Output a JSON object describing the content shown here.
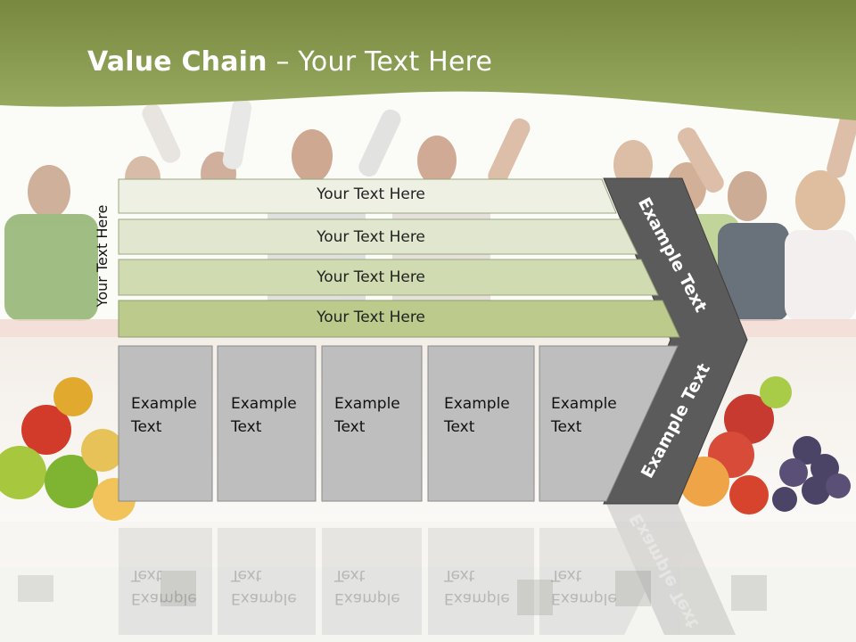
{
  "slide": {
    "title_bold": "Value Chain",
    "title_rest": " – Your Text Here",
    "vertical_label": "Your Text Here",
    "rows": [
      {
        "label": "Your Text Here"
      },
      {
        "label": "Your Text Here"
      },
      {
        "label": "Your Text Here"
      },
      {
        "label": "Your Text Here"
      }
    ],
    "columns": [
      {
        "line1": "Example",
        "line2": "Text"
      },
      {
        "line1": "Example",
        "line2": "Text"
      },
      {
        "line1": "Example",
        "line2": "Text"
      },
      {
        "line1": "Example",
        "line2": "Text"
      },
      {
        "line1": "Example",
        "line2": "Text"
      }
    ],
    "chevron_upper_label": "Example Text",
    "chevron_lower_label": "Example Text"
  },
  "colors": {
    "header_green": "#8c9f55",
    "row_colors": [
      "#eef0e4",
      "#e0e7cd",
      "#d0dbb0",
      "#bccb8c"
    ],
    "cell_gray": "#bebebe",
    "chevron_dark": "#5a5a5a"
  }
}
